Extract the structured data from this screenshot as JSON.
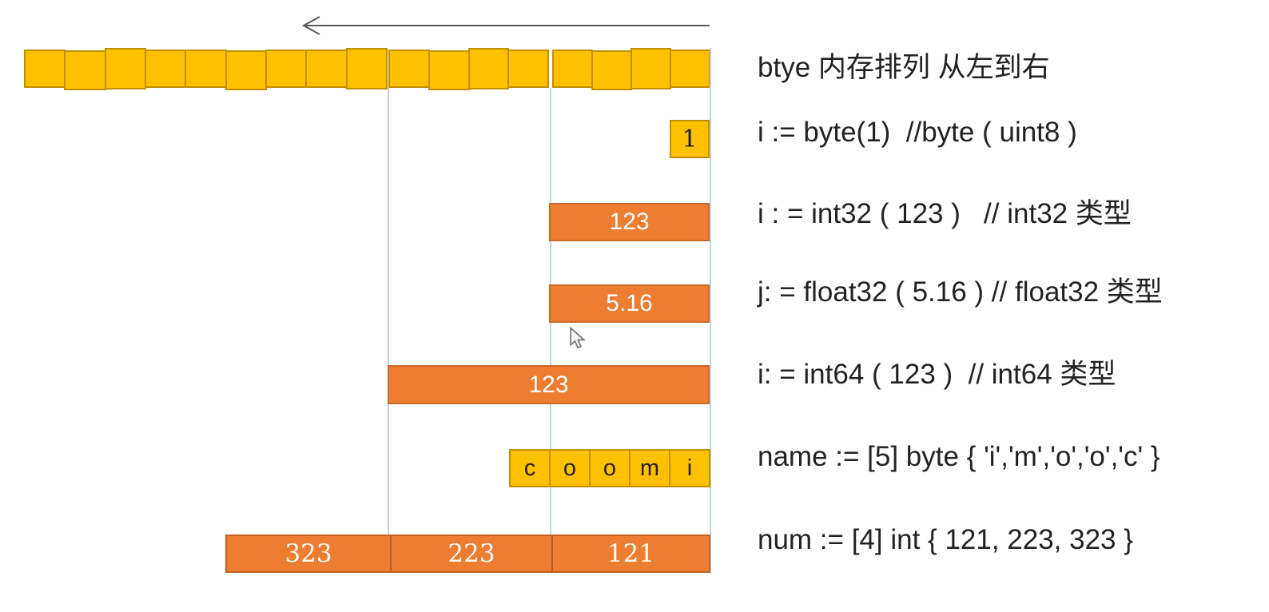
{
  "colors": {
    "cell_yellow": "#FFC000",
    "cell_yellow_border": "#BF9000",
    "bar_orange": "#ED7D31",
    "bar_orange_border": "#C26222",
    "guide_line_blue": "#BCD2EA",
    "arrow_gray": "#595959",
    "text_dark": "#222222"
  },
  "diagram": {
    "direction_arrow": "points-left",
    "byte_row": {
      "total_cells": 17,
      "groups": [
        9,
        4,
        4
      ]
    },
    "byte_value_box": {
      "label": "1"
    },
    "int32_bar": {
      "label": "123"
    },
    "float32_bar": {
      "label": "5.16"
    },
    "int64_bar": {
      "label": "123"
    },
    "name_array": {
      "cells": [
        "c",
        "o",
        "o",
        "m",
        "i"
      ]
    },
    "num_array": {
      "cells": [
        "323",
        "223",
        "121"
      ]
    }
  },
  "code_panel": {
    "lines": [
      {
        "text": "btye 内存排列 从左到右"
      },
      {
        "text": "i := byte(1)  //byte ( uint8 )"
      },
      {
        "text": "i : = int32 ( 123 )   // int32 类型"
      },
      {
        "text": "j: = float32 ( 5.16 ) // float32 类型"
      },
      {
        "text": "i: = int64 ( 123 )  // int64 类型"
      },
      {
        "text": "name := [5] byte { 'i','m','o','o','c' }"
      },
      {
        "text": "num := [4] int { 121, 223, 323 }"
      }
    ]
  }
}
